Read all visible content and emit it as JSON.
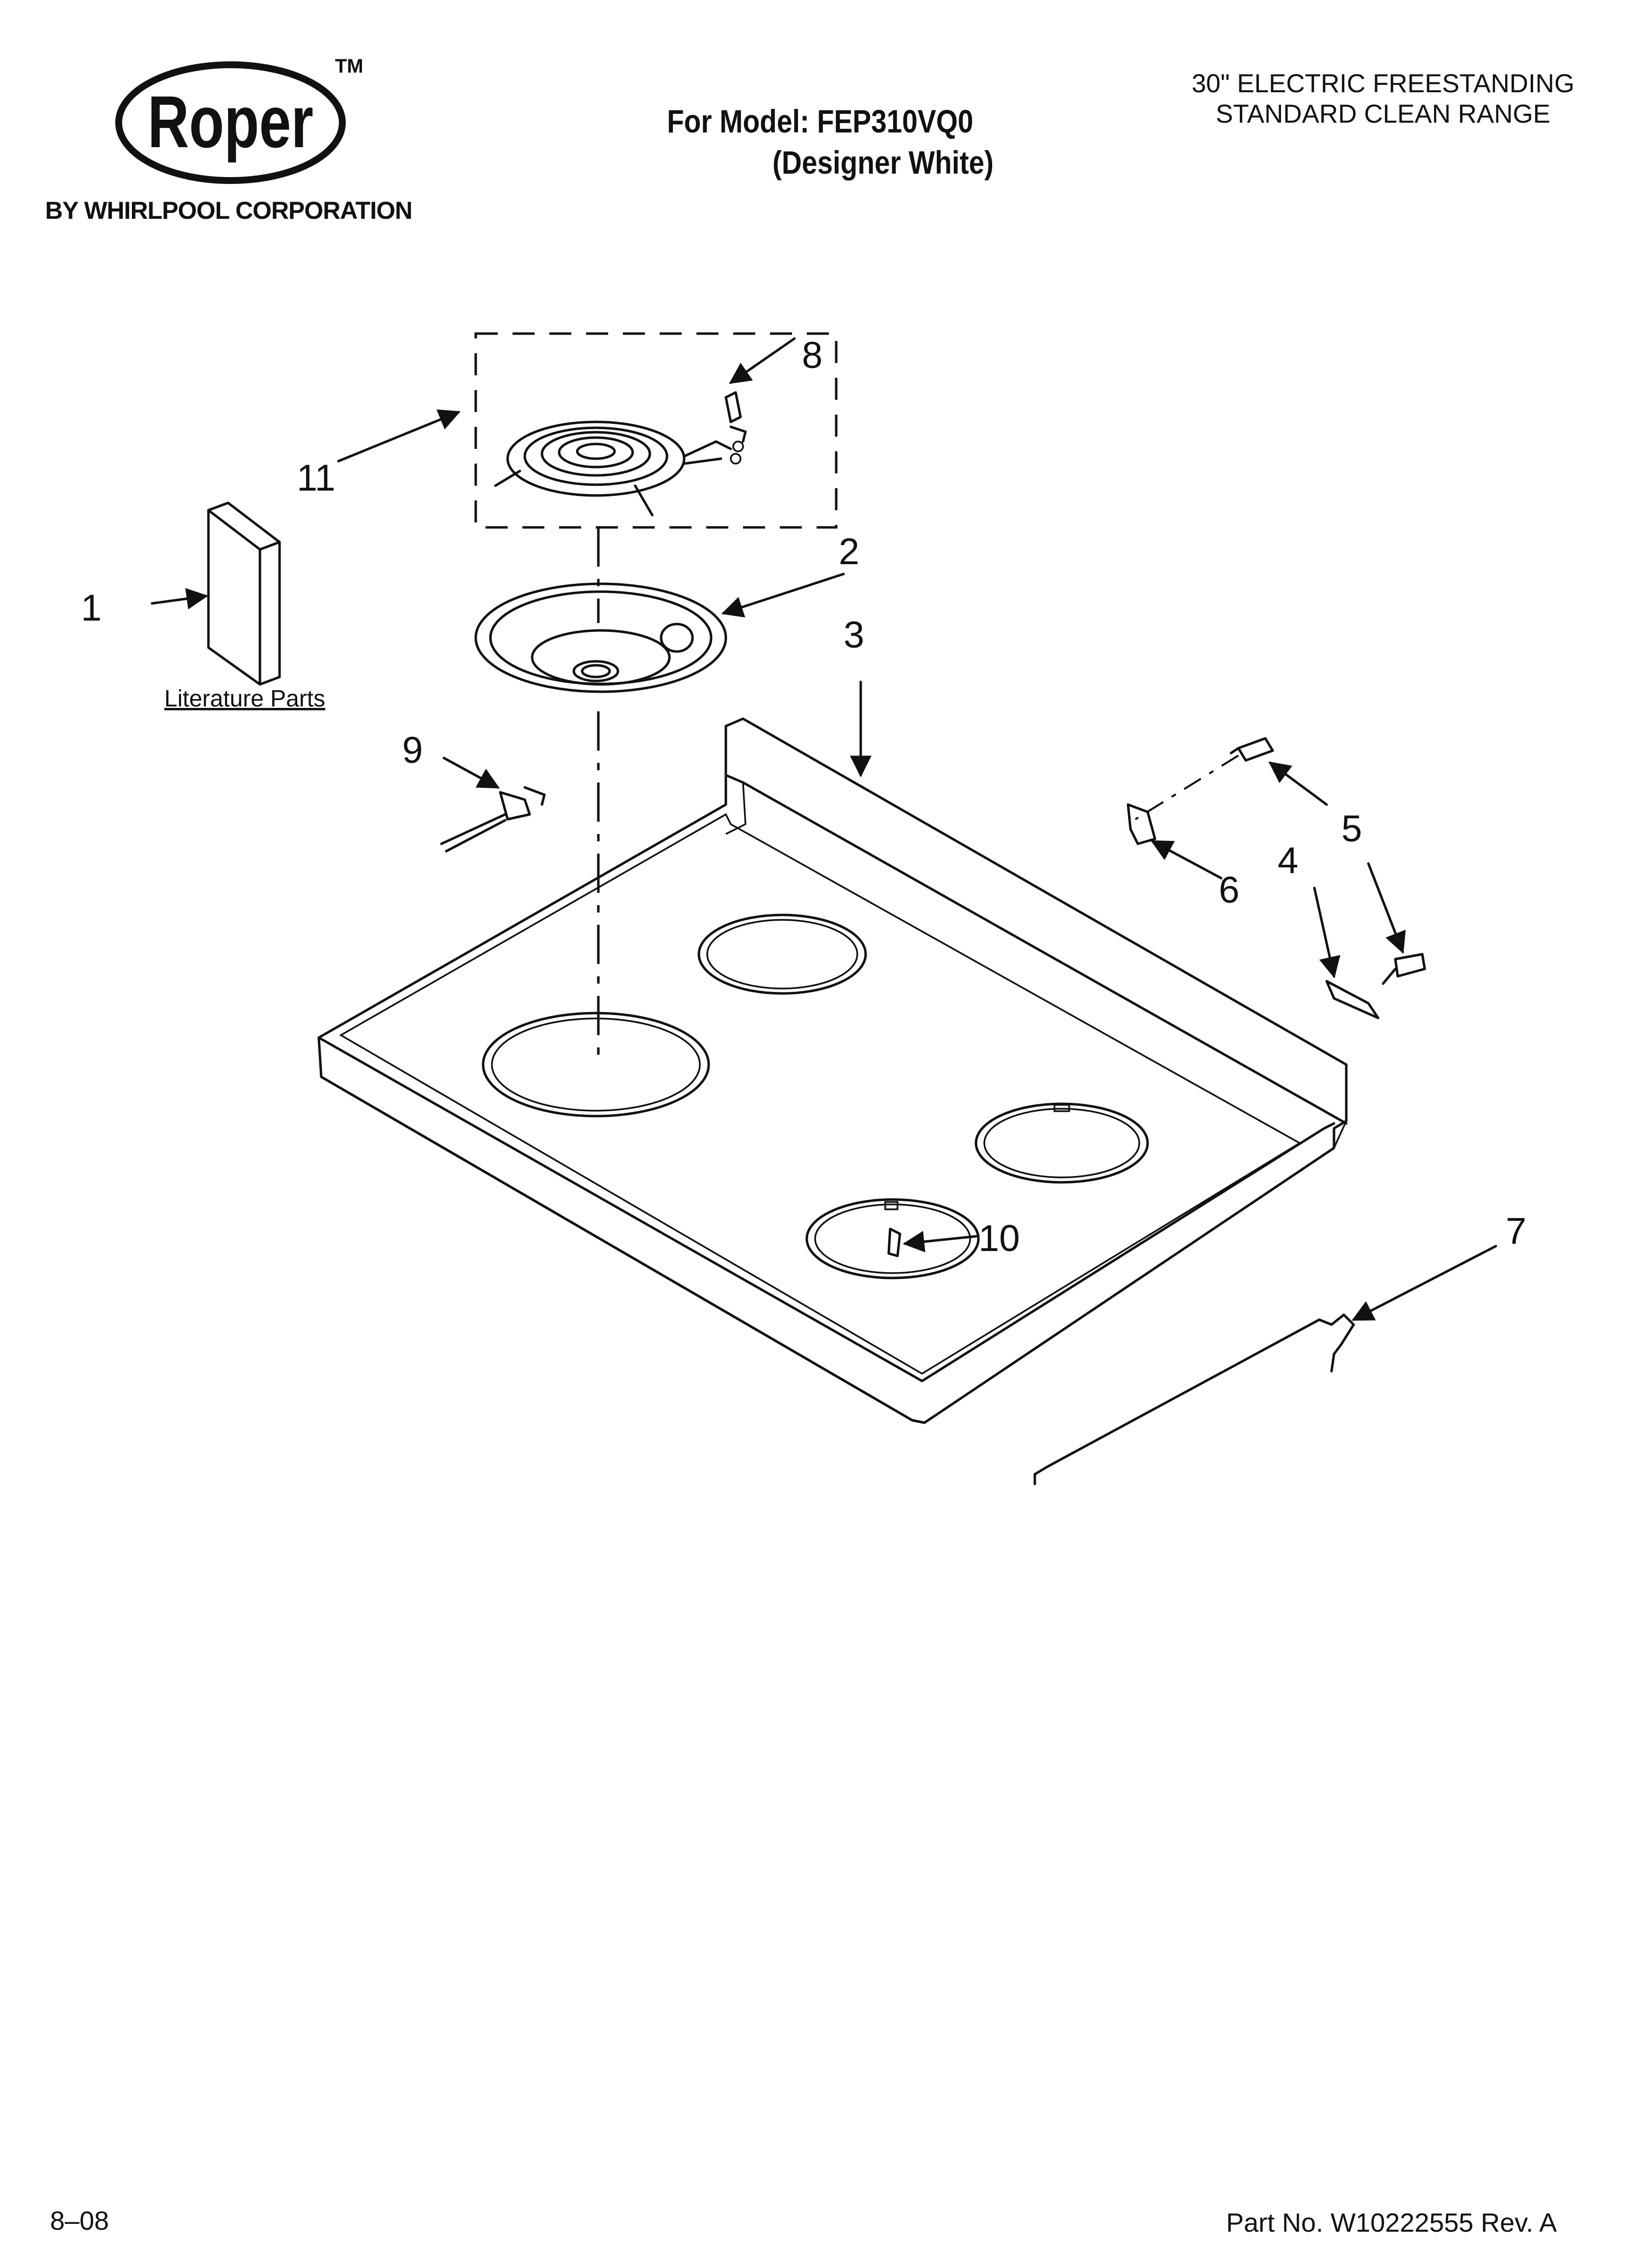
{
  "header": {
    "brand": "Roper",
    "trademark": "TM",
    "tagline": "BY WHIRLPOOL CORPORATION",
    "model_line": "For Model: FEP310VQ0",
    "model_variant": "(Designer White)",
    "product_line1": "30\" ELECTRIC FREESTANDING",
    "product_line2": "STANDARD CLEAN RANGE"
  },
  "diagram": {
    "literature_label": "Literature Parts",
    "callouts": [
      "1",
      "2",
      "3",
      "4",
      "5",
      "6",
      "7",
      "8",
      "9",
      "10",
      "11"
    ]
  },
  "footer": {
    "date": "8–08",
    "part_number": "Part No. W10222555 Rev. A"
  }
}
